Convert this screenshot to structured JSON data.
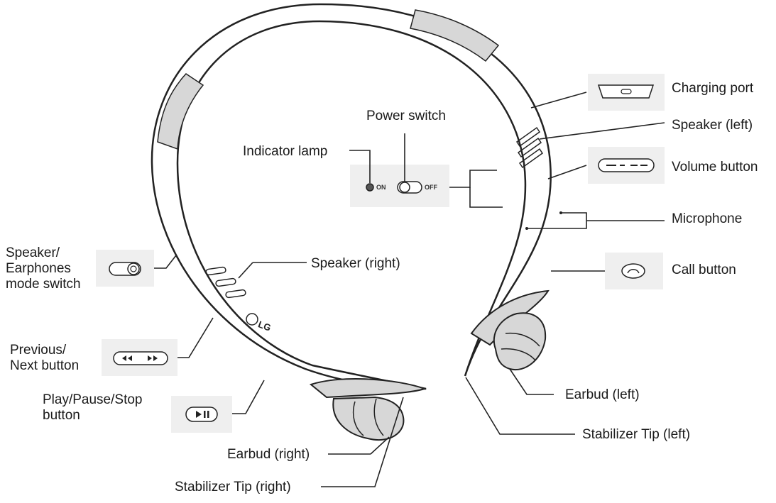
{
  "labels": {
    "charging_port": "Charging port",
    "speaker_left": "Speaker (left)",
    "volume_button": "Volume button",
    "microphone": "Microphone",
    "call_button": "Call button",
    "power_switch": "Power switch",
    "indicator_lamp": "Indicator lamp",
    "speaker_earphones_mode_switch": [
      "Speaker/",
      "Earphones",
      "mode switch"
    ],
    "speaker_right": "Speaker (right)",
    "previous_next_button": [
      "Previous/",
      "Next button"
    ],
    "play_pause_stop_button": [
      "Play/Pause/Stop",
      "button"
    ],
    "earbud_right": "Earbud (right)",
    "stabilizer_tip_right": "Stabilizer Tip (right)",
    "earbud_left": "Earbud (left)",
    "stabilizer_tip_left": "Stabilizer Tip (left)"
  },
  "switch_labels": {
    "on": "ON",
    "off": "OFF"
  },
  "device_logo": "LG",
  "colors": {
    "line": "#222222",
    "panel": "#efefef",
    "body_fill": "#ffffff",
    "accent_grey": "#d7d7d7"
  }
}
